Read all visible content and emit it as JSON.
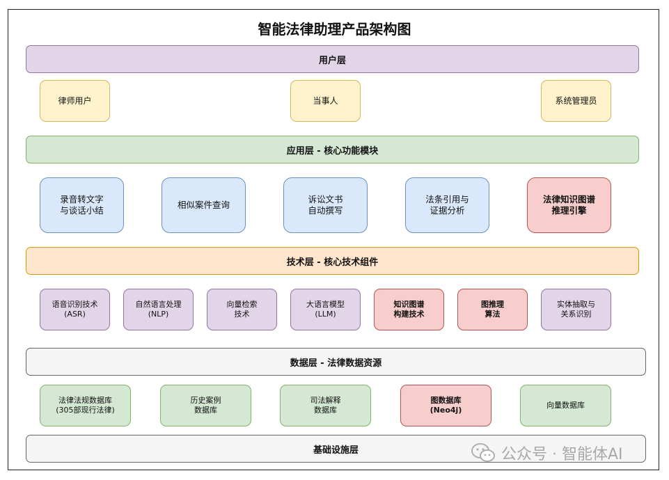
{
  "title": "智能法律助理产品架构图",
  "user_layer": {
    "label": "用户层",
    "items": [
      {
        "lines": [
          "律师用户"
        ]
      },
      {
        "lines": [
          "当事人"
        ]
      },
      {
        "lines": [
          "系统管理员"
        ]
      }
    ]
  },
  "app_layer": {
    "label": "应用层 - 核心功能模块",
    "items": [
      {
        "lines": [
          "录音转文字",
          "与谈话小结"
        ]
      },
      {
        "lines": [
          "相似案件查询"
        ]
      },
      {
        "lines": [
          "诉讼文书",
          "自动撰写"
        ]
      },
      {
        "lines": [
          "法条引用与",
          "证据分析"
        ]
      },
      {
        "lines": [
          "法律知识图谱",
          "推理引擎"
        ]
      }
    ]
  },
  "tech_layer": {
    "label": "技术层 - 核心技术组件",
    "items": [
      {
        "lines": [
          "语音识别技术",
          "(ASR)"
        ]
      },
      {
        "lines": [
          "自然语言处理",
          "(NLP)"
        ]
      },
      {
        "lines": [
          "向量检索",
          "技术"
        ]
      },
      {
        "lines": [
          "大语言模型",
          "(LLM)"
        ]
      },
      {
        "lines": [
          "知识图谱",
          "构建技术"
        ]
      },
      {
        "lines": [
          "图推理",
          "算法"
        ]
      },
      {
        "lines": [
          "实体抽取与",
          "关系识别"
        ]
      }
    ]
  },
  "data_layer": {
    "label": "数据层 - 法律数据资源",
    "items": [
      {
        "lines": [
          "法律法规数据库",
          "(305部现行法律)"
        ]
      },
      {
        "lines": [
          "历史案例",
          "数据库"
        ]
      },
      {
        "lines": [
          "司法解释",
          "数据库"
        ]
      },
      {
        "lines": [
          "图数据库",
          "(Neo4j)"
        ]
      },
      {
        "lines": [
          "向量数据库"
        ]
      }
    ]
  },
  "infra_layer": {
    "label": "基础设施层"
  },
  "watermark": {
    "text": "公众号 · 智能体AI",
    "icon": "wechat-icon"
  },
  "colors": {
    "purple_fill": "#e1d5e7",
    "yellow_fill": "#fff2cc",
    "green_fill": "#d5e8d4",
    "blue_fill": "#dae8fc",
    "red_fill": "#f8cecc",
    "orange_fill": "#ffe6cc",
    "grey_fill": "#f5f5f5"
  }
}
